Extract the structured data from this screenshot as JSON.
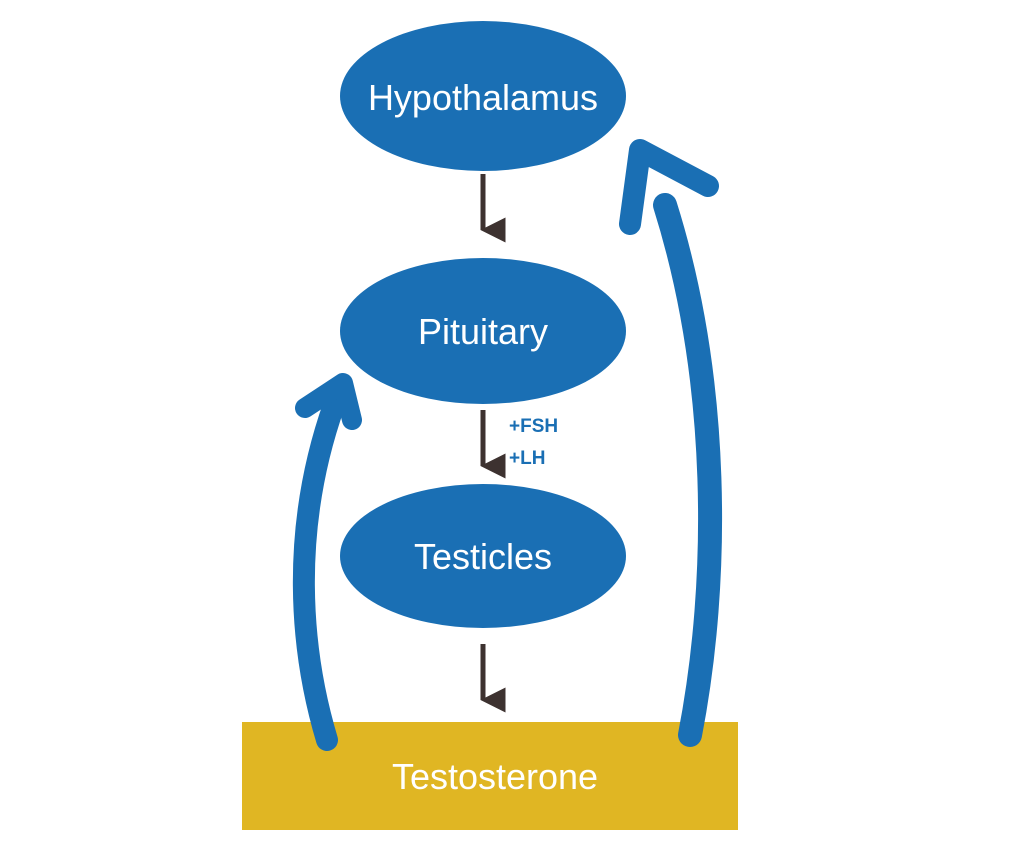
{
  "colors": {
    "node_fill": "#1a6fb4",
    "product_fill": "#e0b623",
    "arrow_dark": "#3d3230",
    "feedback_arrow": "#1a6fb4",
    "text_light": "#ffffff"
  },
  "nodes": {
    "hypothalamus": "Hypothalamus",
    "pituitary": "Pituitary",
    "testicles": "Testicles",
    "testosterone": "Testosterone"
  },
  "hormones": {
    "fsh": "+FSH",
    "lh": "+LH"
  }
}
